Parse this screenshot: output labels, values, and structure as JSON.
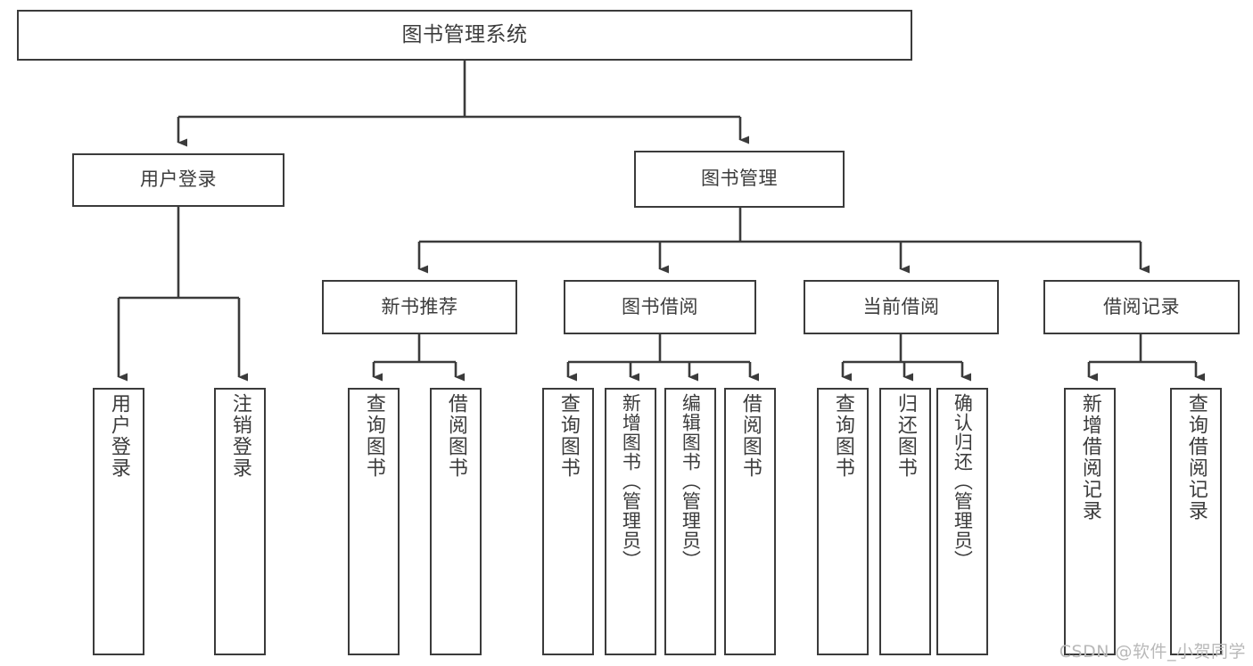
{
  "diagram": {
    "title": "图书管理系统",
    "type": "functional-structure-tree",
    "watermark": "CSDN @软件_小贺同学",
    "colors": {
      "box_border": "#3b3b3b",
      "box_fill": "#ffffff",
      "text": "#3c3c3c",
      "connector": "#3b3b3b",
      "watermark": "#b9b9b9",
      "background": "#ffffff"
    },
    "root": {
      "label": "图书管理系统"
    },
    "level1": [
      {
        "label": "用户登录"
      },
      {
        "label": "图书管理"
      }
    ],
    "level2": [
      {
        "label": "新书推荐"
      },
      {
        "label": "图书借阅"
      },
      {
        "label": "当前借阅"
      },
      {
        "label": "借阅记录"
      }
    ],
    "leaves": {
      "user_login": [
        {
          "label": "用户登录"
        },
        {
          "label": "注销登录"
        }
      ],
      "new_book_recommend": [
        {
          "label": "查询图书"
        },
        {
          "label": "借阅图书"
        }
      ],
      "book_borrow": [
        {
          "label": "查询图书"
        },
        {
          "label": "新增图书（管理员）"
        },
        {
          "label": "编辑图书（管理员）"
        },
        {
          "label": "借阅图书"
        }
      ],
      "current_borrow": [
        {
          "label": "查询图书"
        },
        {
          "label": "归还图书"
        },
        {
          "label": "确认归还（管理员）"
        }
      ],
      "borrow_record": [
        {
          "label": "新增借阅记录"
        },
        {
          "label": "查询借阅记录"
        }
      ]
    }
  }
}
